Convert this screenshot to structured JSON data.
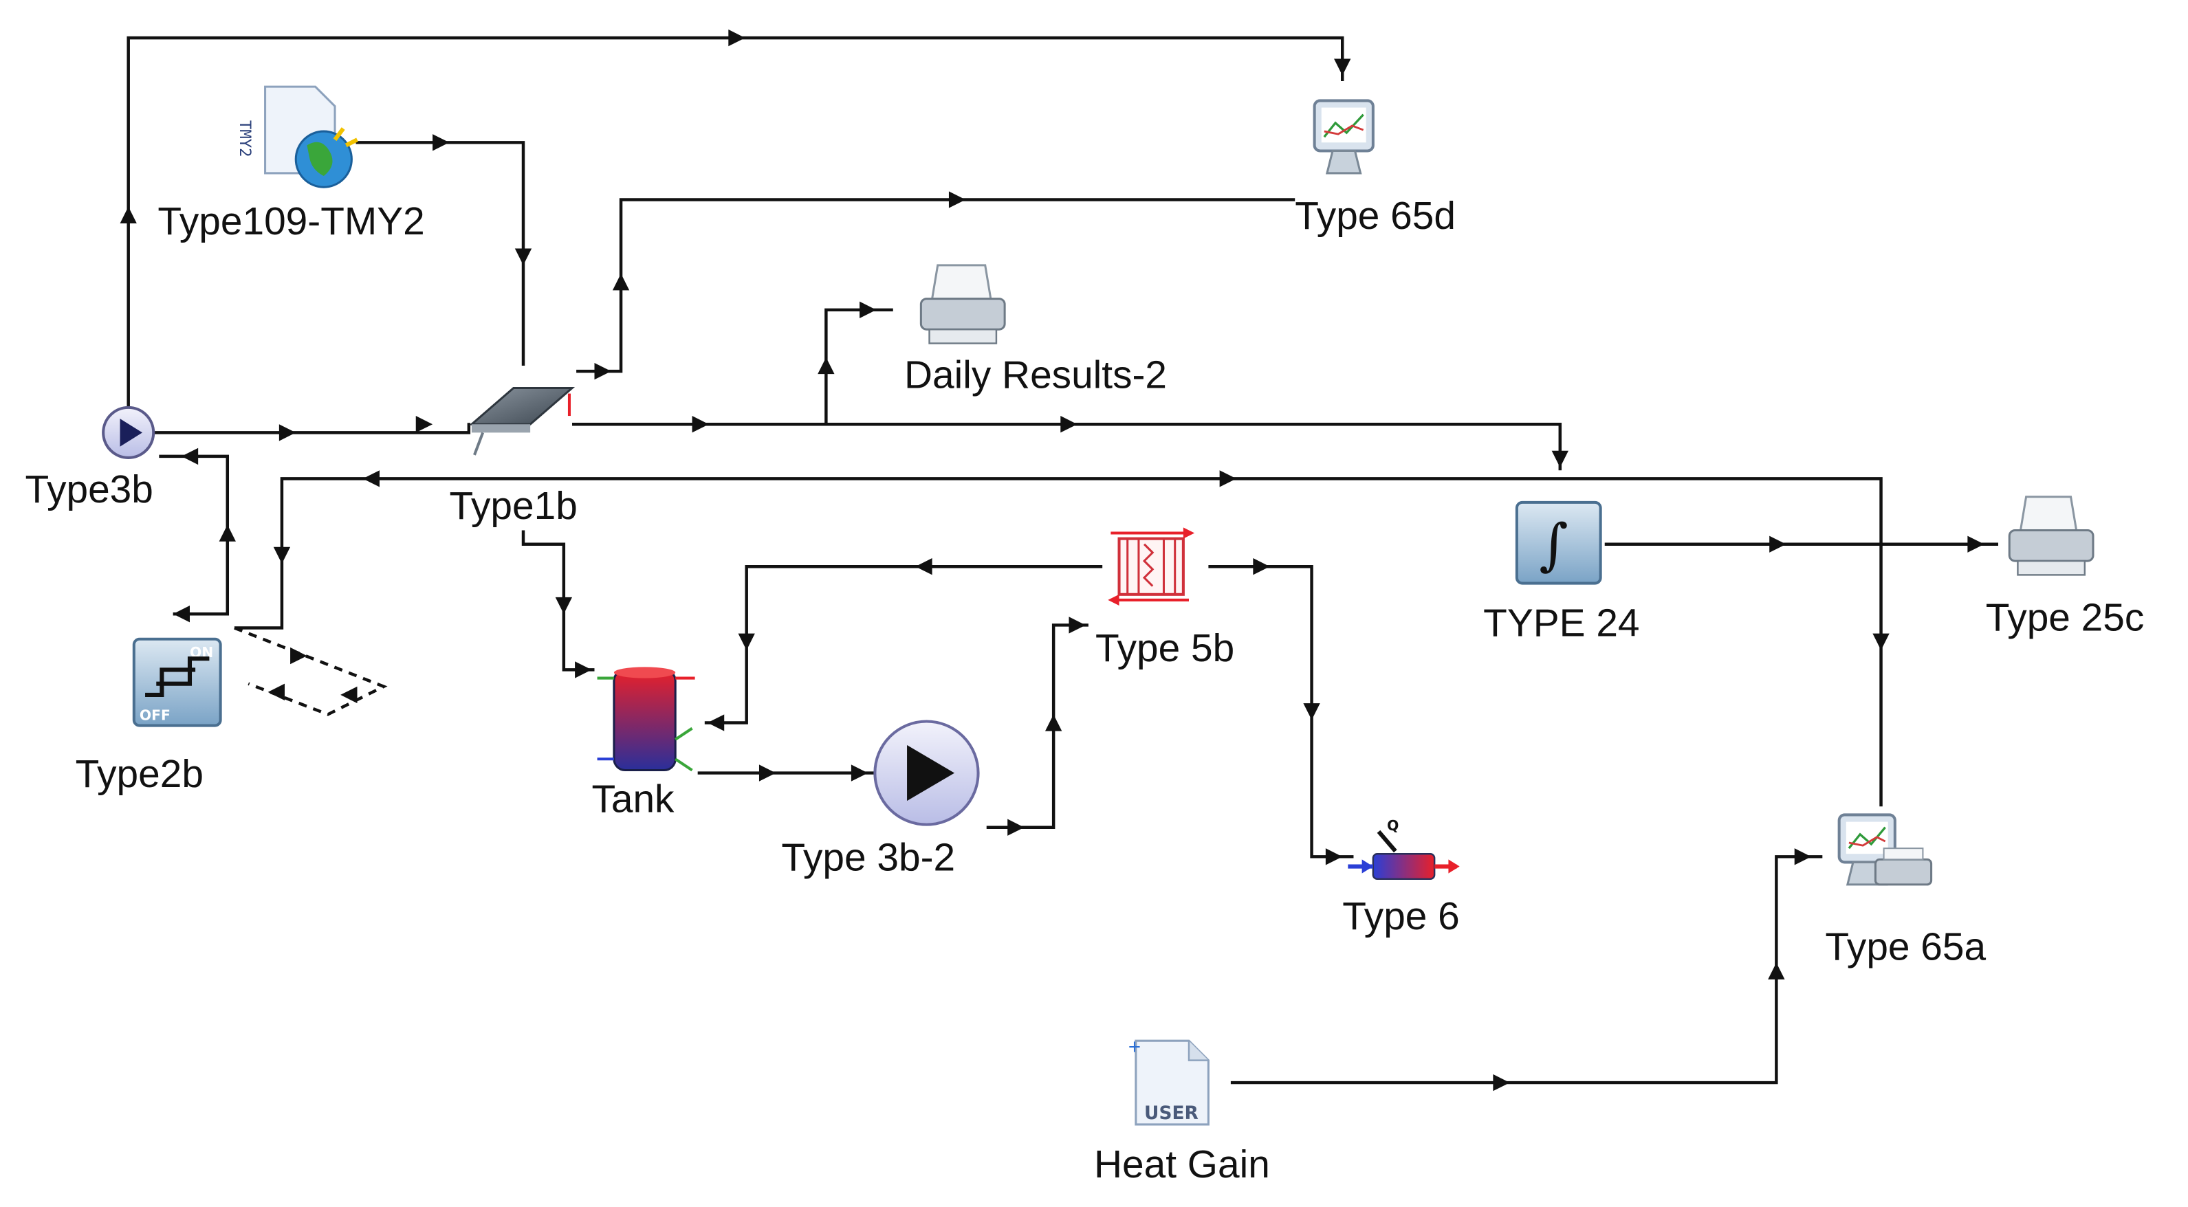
{
  "components": {
    "type3b": {
      "label": "Type3b",
      "icon": "pump-icon"
    },
    "type109": {
      "label": "Type109-TMY2",
      "icon": "weather-data-icon",
      "badge": "TMY2"
    },
    "type65d": {
      "label": "Type 65d",
      "icon": "monitor-plot-icon"
    },
    "daily": {
      "label": "Daily Results-2",
      "icon": "printer-icon"
    },
    "type1b": {
      "label": "Type1b",
      "icon": "solar-collector-icon"
    },
    "type24": {
      "label": "TYPE 24",
      "icon": "integrator-icon",
      "symbol": "∫"
    },
    "type25c": {
      "label": "Type 25c",
      "icon": "printer-icon"
    },
    "type2b": {
      "label": "Type2b",
      "icon": "controller-icon",
      "on": "ON",
      "off": "OFF"
    },
    "type5b": {
      "label": "Type 5b",
      "icon": "heat-exchanger-icon"
    },
    "tank": {
      "label": "Tank",
      "icon": "storage-tank-icon"
    },
    "type3b2": {
      "label": "Type 3b-2",
      "icon": "pump-icon"
    },
    "type6": {
      "label": "Type 6",
      "icon": "auxiliary-heater-icon",
      "q": "Q"
    },
    "type65a": {
      "label": "Type 65a",
      "icon": "monitor-printer-icon"
    },
    "heatgain": {
      "label": "Heat Gain",
      "icon": "user-data-file-icon",
      "badge": "USER"
    }
  },
  "colors": {
    "line": "#111111",
    "hot": "#e8202a",
    "cold": "#2a3fd6",
    "icon_blue": "#3d7fb8",
    "icon_gray": "#9aa4ae"
  }
}
